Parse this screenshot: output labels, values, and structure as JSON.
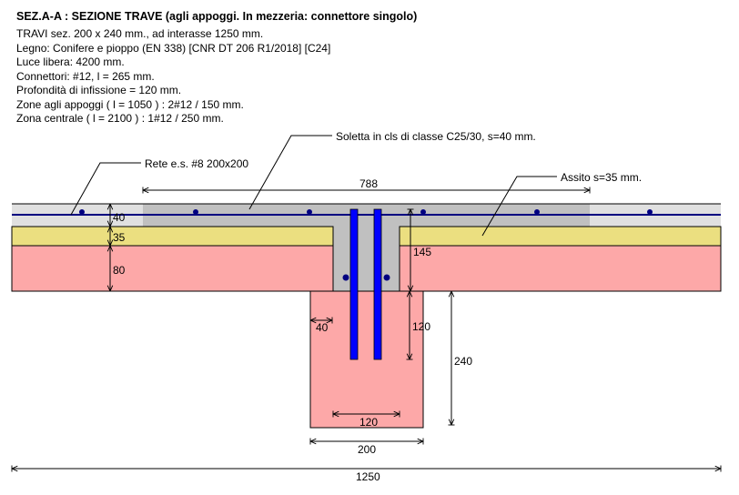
{
  "title": "SEZ.A-A : SEZIONE TRAVE (agli appoggi. In mezzeria: connettore singolo)",
  "info_lines": [
    "TRAVI sez. 200 x 240 mm., ad interasse 1250 mm.",
    "Legno: Conifere e pioppo (EN 338) [CNR DT 206 R1/2018] [C24]",
    "Luce libera: 4200 mm.",
    "Connettori: #12, l = 265 mm.",
    "Profondità di infissione = 120 mm.",
    "Zone agli appoggi ( l = 1050 ) :  2#12 / 150 mm.",
    "Zona centrale ( l = 2100 ) :  1#12 / 250 mm."
  ],
  "labels": {
    "rete": "Rete e.s. #8  200x200",
    "soletta": "Soletta in cls di classe C25/30, s=40 mm.",
    "assito": "Assito s=35  mm."
  },
  "dimensions": {
    "effective_width": "788",
    "slab": "40",
    "boards": "35",
    "beam_upper": "80",
    "rib_height": "145",
    "penetration": "120",
    "beam_height": "240",
    "edge_offset": "40",
    "connector_spacing": "120",
    "beam_width": "200",
    "interaxis": "1250"
  },
  "colors": {
    "slab_light": "#e0e0e0",
    "slab_effective": "#c0c0c0",
    "boards": "#ebdf80",
    "timber": "#fda8a8",
    "connector": "#0000ff",
    "rebar": "#000080"
  }
}
